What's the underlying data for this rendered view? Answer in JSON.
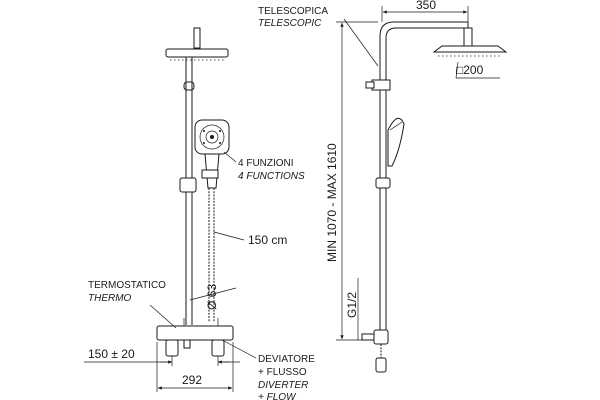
{
  "labels": {
    "functions_it": "4 FUNZIONI",
    "functions_en": "4 FUNCTIONS",
    "hose_length": "150 cm",
    "diameter": "Ø 63",
    "thermo_it": "TERMOSTATICO",
    "thermo_en": "THERMO",
    "center_distance": "150 ± 20",
    "width": "292",
    "diverter_it": "DEVIATORE",
    "diverter_flow_it": "+ FLUSSO",
    "diverter_en": "DIVERTER",
    "diverter_flow_en": "+ FLOW",
    "telescopic_it": "TELESCOPICA",
    "telescopic_en": "TELESCOPIC",
    "arm_length": "350",
    "head_size": "□200",
    "height_range": "MIN 1070 - MAX 1610",
    "thread": "G1/2"
  }
}
